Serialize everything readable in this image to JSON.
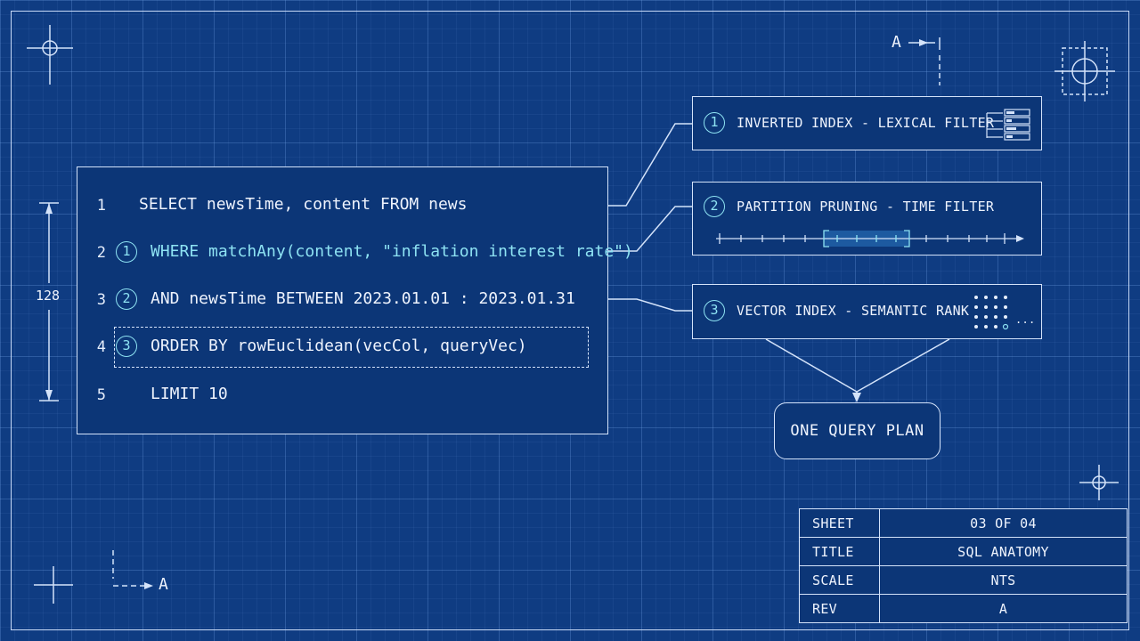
{
  "sql": {
    "lines": [
      {
        "num": "1",
        "marker": "",
        "text": "SELECT newsTime, content FROM news"
      },
      {
        "num": "2",
        "marker": "1",
        "text": "WHERE matchAny(content, \"inflation interest rate\")"
      },
      {
        "num": "3",
        "marker": "2",
        "text": "AND newsTime BETWEEN 2023.01.01 : 2023.01.31"
      },
      {
        "num": "4",
        "marker": "3",
        "text": "ORDER BY rowEuclidean(vecCol, queryVec)"
      },
      {
        "num": "5",
        "marker": "",
        "text": "LIMIT 10"
      }
    ],
    "height_dimension": "128"
  },
  "panels": [
    {
      "marker": "1",
      "label": "INVERTED INDEX - LEXICAL FILTER",
      "icon": "index-list-icon"
    },
    {
      "marker": "2",
      "label": "PARTITION PRUNING - TIME FILTER",
      "icon": "timeline-icon"
    },
    {
      "marker": "3",
      "label": "VECTOR INDEX - SEMANTIC RANK",
      "icon": "vector-dots-icon",
      "ellipsis": "..."
    }
  ],
  "result": {
    "label": "ONE QUERY PLAN"
  },
  "section_marks": {
    "top": "A",
    "bottom": "A"
  },
  "title_block": {
    "rows": [
      {
        "key": "SHEET",
        "value": "03 OF 04"
      },
      {
        "key": "TITLE",
        "value": "SQL ANATOMY"
      },
      {
        "key": "SCALE",
        "value": "NTS"
      },
      {
        "key": "REV",
        "value": "A"
      }
    ]
  },
  "colors": {
    "background": "#0f3c82",
    "line": "#d4e3fa",
    "highlight": "#8ee3f3"
  }
}
